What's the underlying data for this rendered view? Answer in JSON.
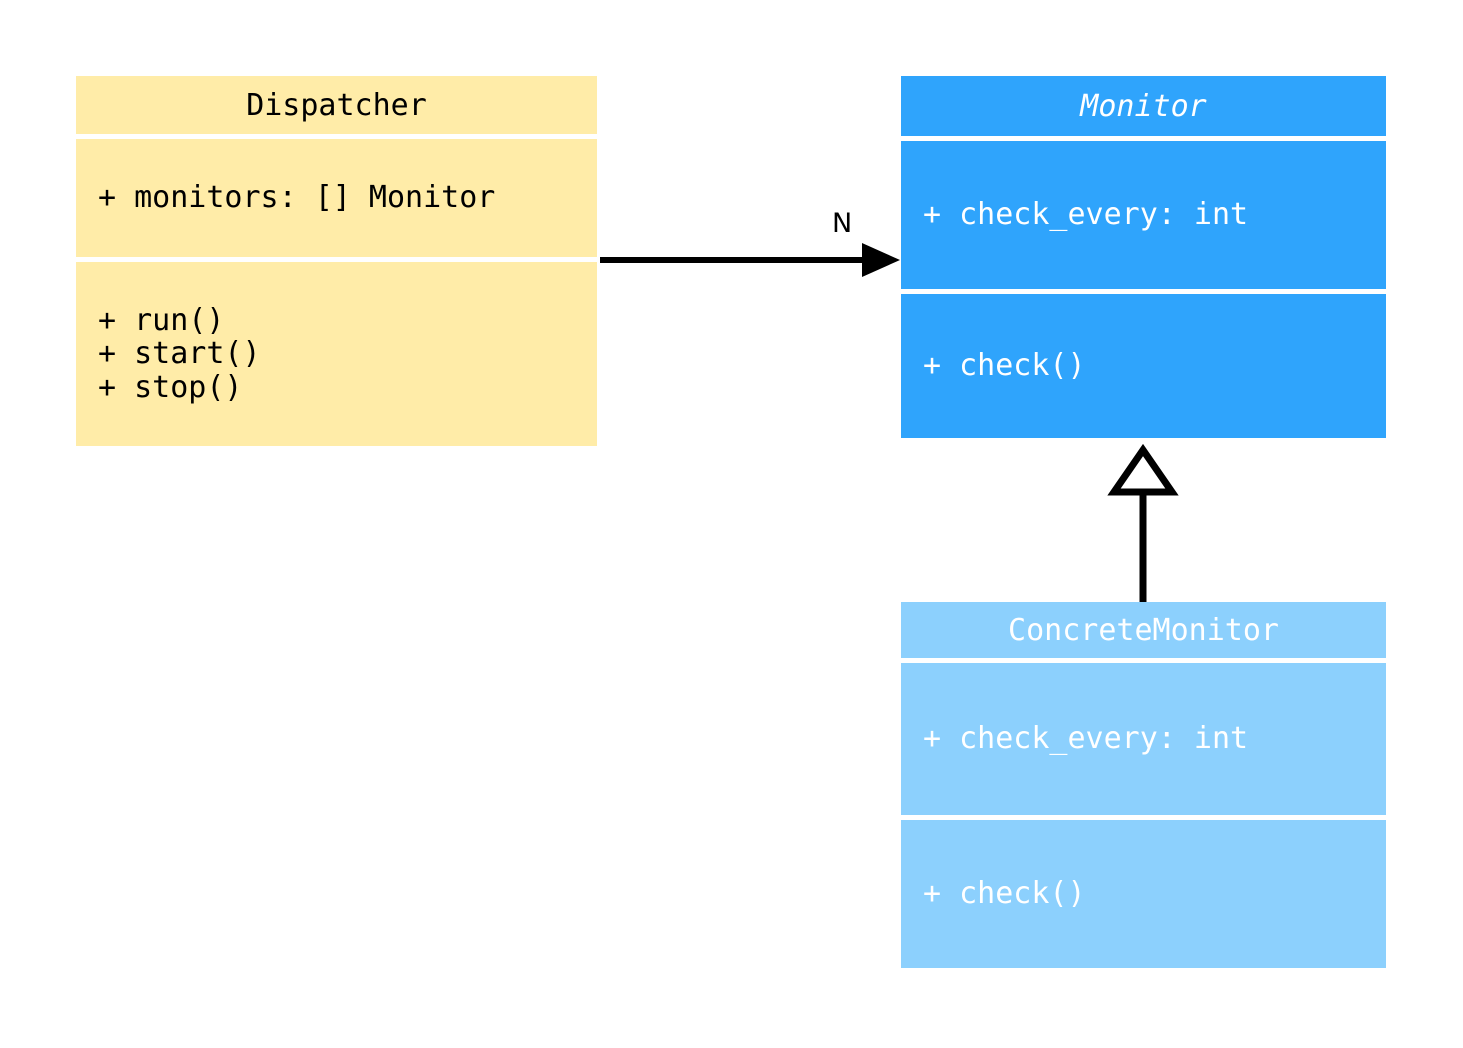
{
  "diagram": {
    "type": "uml-class-diagram",
    "background": "#ffffff"
  },
  "classes": [
    {
      "id": "dispatcher",
      "name": "Dispatcher",
      "abstract": false,
      "fill": "#ffeca8",
      "text_color": "#000000",
      "attributes": [
        "+ monitors: [] Monitor"
      ],
      "methods": [
        "+ run()",
        "+ start()",
        "+ stop()"
      ]
    },
    {
      "id": "monitor",
      "name": "Monitor",
      "abstract": true,
      "fill": "#2fa4fc",
      "text_color": "#ffffff",
      "attributes": [
        "+ check_every: int"
      ],
      "methods": [
        "+ check()"
      ]
    },
    {
      "id": "concretemonitor",
      "name": "ConcreteMonitor",
      "abstract": false,
      "fill": "#8cd0fd",
      "text_color": "#ffffff",
      "attributes": [
        "+ check_every: int"
      ],
      "methods": [
        "+ check()"
      ]
    }
  ],
  "relationships": [
    {
      "id": "association-dispatcher-monitor",
      "kind": "association",
      "from": "Dispatcher",
      "to": "Monitor",
      "label": "N",
      "color": "#000000"
    },
    {
      "id": "generalization-concretemonitor-monitor",
      "kind": "generalization",
      "from": "ConcreteMonitor",
      "to": "Monitor",
      "label": "",
      "color": "#000000"
    }
  ]
}
